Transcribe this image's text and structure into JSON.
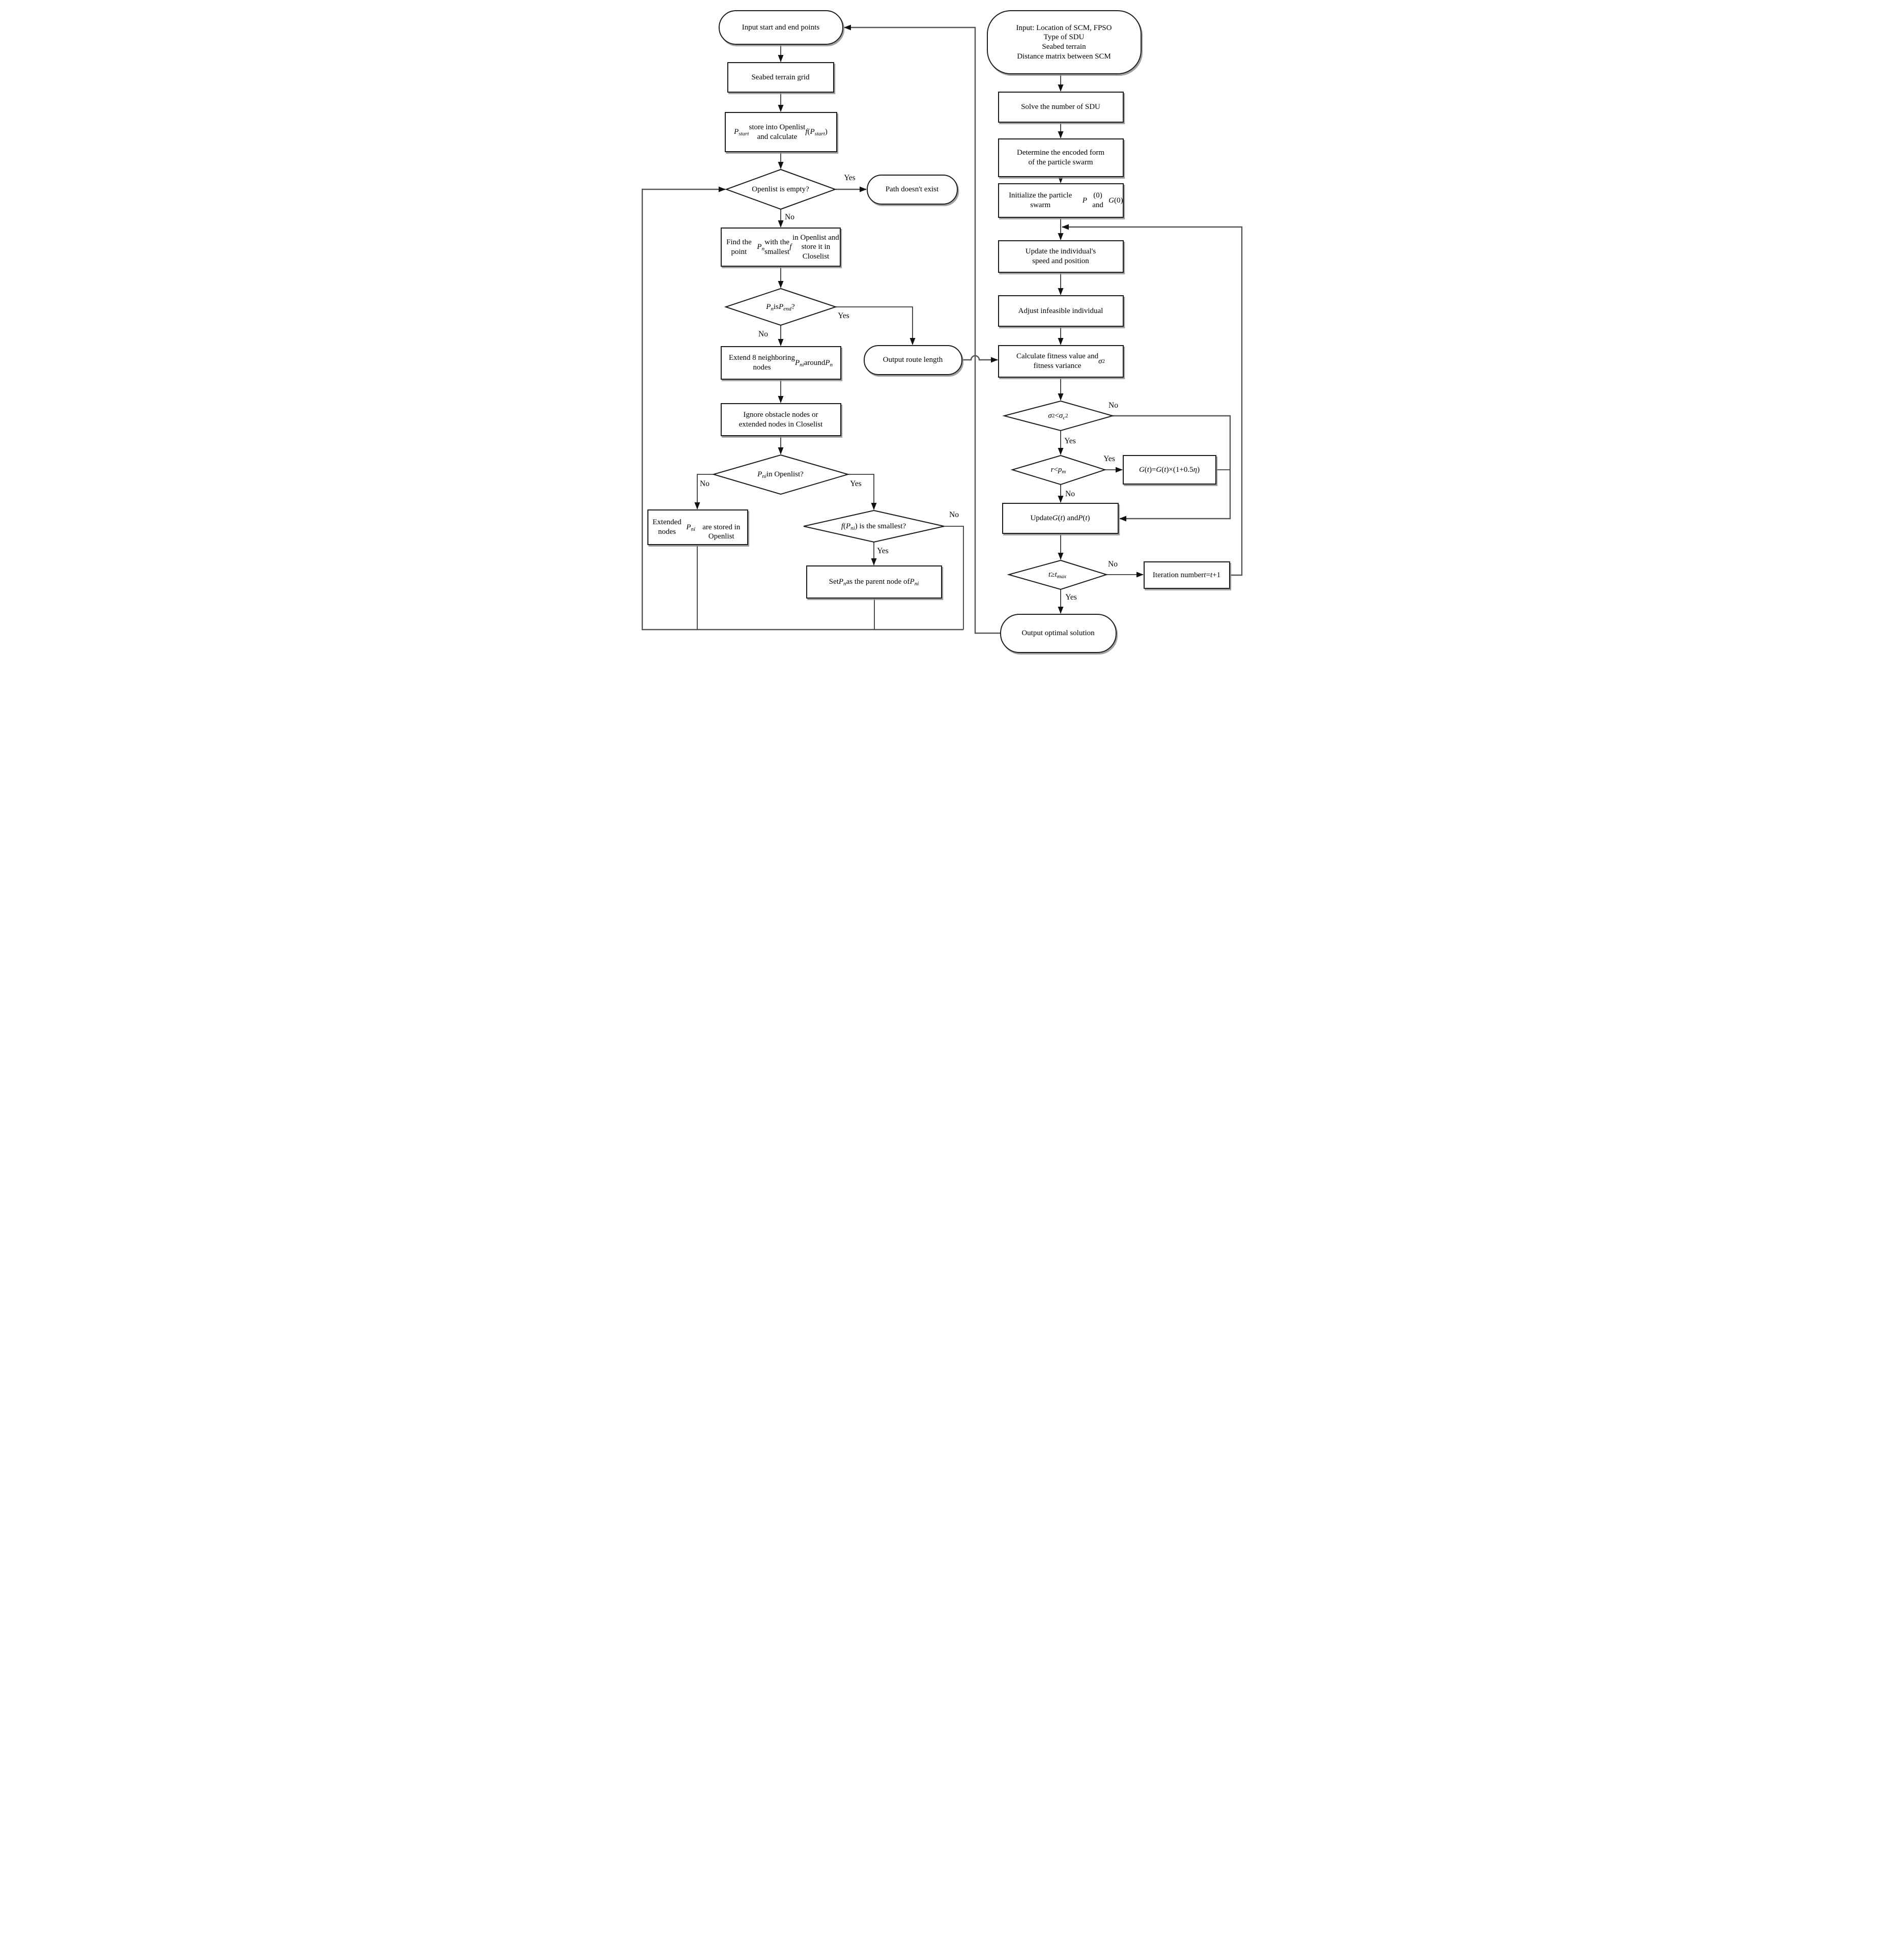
{
  "d": {
    "nodes": {
      "start": {
        "label": "Input start and end points"
      },
      "seabed": {
        "label": "Seabed terrain grid"
      },
      "pstart": {
        "label": "<i>P<sub>start</sub></i> store into Openlist<br>and calculate <i>f</i> (<i>P<sub>start</sub></i>)"
      },
      "openlist_empty": {
        "label": "Openlist is empty?"
      },
      "path_none": {
        "label": "Path doesn't exist"
      },
      "find_point": {
        "label": "Find the point <i>P<sub>n</sub></i> with the<br>smallest <i>f</i> in Openlist and<br>store it in Closelist"
      },
      "pn_is_pend": {
        "label": "<i>P<sub>n</sub></i> is <i>P<sub>end</sub></i> ?"
      },
      "route_length": {
        "label": "Output route length"
      },
      "extend_nodes": {
        "label": "Extend 8 neighboring<br>nodes <i>P<sub>ni</sub></i> around <i>P<sub>n</sub></i>"
      },
      "ignore_nodes": {
        "label": "Ignore obstacle nodes or<br>extended nodes in Closelist"
      },
      "pni_openlist": {
        "label": "<i>P<sub>ni</sub></i> in Openlist?"
      },
      "store_nodes": {
        "label": "Extended nodes <i>P<sub>ni</sub></i><br>are stored in Openlist"
      },
      "f_smallest": {
        "label": "<i>f</i> (<i>P<sub>ni</sub></i> ) is the smallest?"
      },
      "set_parent": {
        "label": "Set <i>P<sub>n</sub></i> as the parent node of <i>P<sub>ni</sub></i>"
      },
      "pso_input": {
        "label": "Input: Location of SCM, FPSO<br>Type of SDU<br>Seabed terrain<br>Distance matrix between SCM"
      },
      "solve_sdu": {
        "label": "Solve the number of SDU"
      },
      "encode_form": {
        "label": "Determine the encoded form<br>of the particle swarm"
      },
      "init_swarm": {
        "label": "Initialize the particle swarm<br><i>P</i>(0) and <i>G</i>(0)"
      },
      "update_speed": {
        "label": "Update the individual's<br>speed and position"
      },
      "adjust_ind": {
        "label": "Adjust infeasible individual"
      },
      "calc_fitness": {
        "label": "Calculate fitness value and<br>fitness variance <i>σ</i><sup>2</sup>"
      },
      "sigma_check": {
        "label": "<i>σ</i><sup>2</sup> &lt; <i>σ<sub>c</sub></i><sup>2</sup>"
      },
      "r_check": {
        "label": "<i>r</i> &lt; <i>p<sub>m</sub></i>"
      },
      "g_mutate": {
        "label": "<i>G</i>(<i>t</i>)=<i>G</i>(<i>t</i>)×(1+0.5<i>η</i> )"
      },
      "update_gp": {
        "label": "Update <i>G</i>(<i>t</i>) and <i>P</i>(<i>t</i>)"
      },
      "t_check": {
        "label": "<i>t</i> ≥ <i>t<sub>max</sub></i>"
      },
      "iteration": {
        "label": "Iteration number<br><i>t</i>=<i>t</i>+1"
      },
      "output_opt": {
        "label": "Output optimal solution"
      }
    },
    "edge_labels": [
      {
        "id": "openlist-yes",
        "text": "Yes"
      },
      {
        "id": "openlist-no",
        "text": "No"
      },
      {
        "id": "pend-yes",
        "text": "Yes"
      },
      {
        "id": "pend-no",
        "text": "No"
      },
      {
        "id": "pni-no",
        "text": "No"
      },
      {
        "id": "pni-yes",
        "text": "Yes"
      },
      {
        "id": "f-no",
        "text": "No"
      },
      {
        "id": "f-yes",
        "text": "Yes"
      },
      {
        "id": "sigma-no",
        "text": "No"
      },
      {
        "id": "sigma-yes",
        "text": "Yes"
      },
      {
        "id": "rpm-yes",
        "text": "Yes"
      },
      {
        "id": "rpm-no",
        "text": "No"
      },
      {
        "id": "tmax-no",
        "text": "No"
      },
      {
        "id": "tmax-yes",
        "text": "Yes"
      }
    ],
    "colors": {
      "line": "#3a3a3a",
      "shape_border": "#1c1c1c",
      "shadow": "#8f8f8f",
      "background": "#ffffff",
      "text": "#000000"
    }
  }
}
